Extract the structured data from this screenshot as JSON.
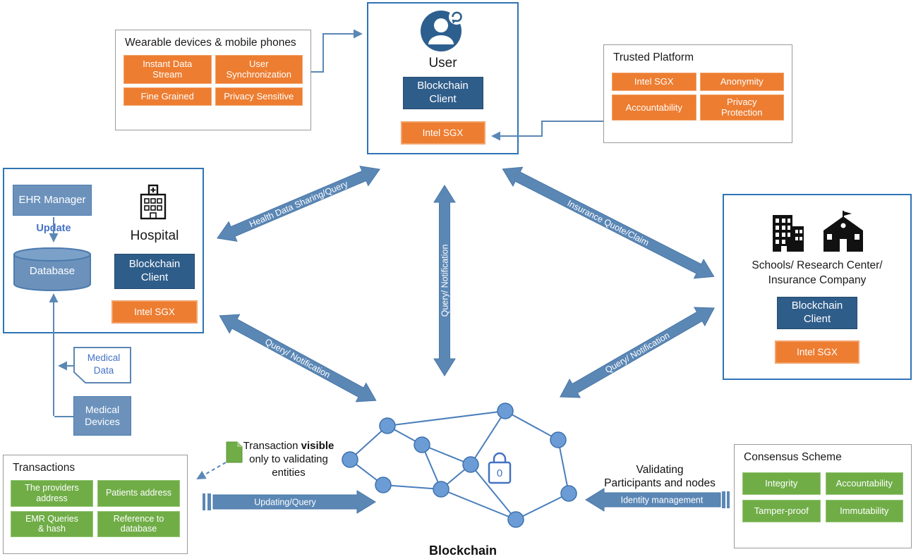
{
  "colors": {
    "orange": "#ED7D31",
    "green": "#70AD47",
    "dark-blue": "#2F5D8A",
    "steel-blue": "#5B87B5",
    "box-blue": "#6C92BC",
    "border-blue": "#2E74B5",
    "node-blue": "#6B9CD6",
    "accent-text-blue": "#4472C4"
  },
  "wearable": {
    "title": "Wearable devices & mobile phones",
    "tiles": [
      "Instant Data Stream",
      "User Synchronization",
      "Fine Grained",
      "Privacy Sensitive"
    ]
  },
  "user": {
    "title": "User",
    "client": "Blockchain Client",
    "sgx": "Intel SGX"
  },
  "trusted_platform": {
    "title": "Trusted Platform",
    "tiles": [
      "Intel SGX",
      "Anonymity",
      "Accountability",
      "Privacy Protection"
    ]
  },
  "hospital": {
    "ehr": "EHR  Manager",
    "update": "Update",
    "database": "Database",
    "title": "Hospital",
    "client": "Blockchain Client",
    "sgx": "Intel SGX"
  },
  "medical_data": {
    "label": "Medical Data"
  },
  "medical_devices": {
    "label": "Medical Devices"
  },
  "transactions": {
    "title": "Transactions",
    "tiles": [
      "The providers address",
      "Patients address",
      "EMR Queries & hash",
      "Reference to database"
    ]
  },
  "organization": {
    "title": "Schools/ Research Center/ Insurance Company",
    "client": "Blockchain Client",
    "sgx": "Intel SGX"
  },
  "consensus": {
    "title": "Consensus Scheme",
    "tiles": [
      "Integrity",
      "Accountability",
      "Tamper-proof",
      "Immutability"
    ]
  },
  "blockchain": {
    "label": "Blockchain",
    "lock_value": "0"
  },
  "arrows": {
    "health_data": "Health Data Sharing/Query",
    "insurance": "Insurance Quote/Claim",
    "query_notification_vertical": "Query/ Notification",
    "query_notification_left": "Query/ Notification",
    "query_notification_right": "Query/ Notification",
    "updating_query": "Updating/Query",
    "identity_management": "Identity management"
  },
  "annotations": {
    "transaction_note_pre": "Transaction ",
    "transaction_note_bold": "visible",
    "transaction_note_post": " only to validating entities",
    "validating_line1": "Validating",
    "validating_line2": "Participants and nodes"
  }
}
